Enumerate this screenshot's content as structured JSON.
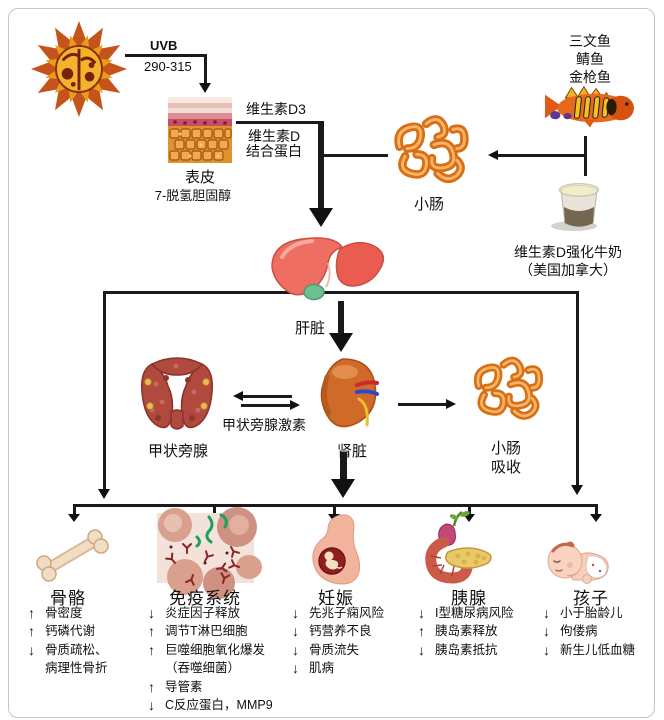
{
  "pathway": {
    "uvb_label": "UVB",
    "uvb_range": "290-315",
    "epidermis_label": "表皮",
    "epidermis_sub": "7-脱氢胆固醇",
    "vitamin_d3": "维生素D3",
    "binding_protein_line1": "维生素D",
    "binding_protein_line2": "结合蛋白",
    "fish_sources": [
      "三文鱼",
      "鲭鱼",
      "金枪鱼"
    ],
    "small_intestine": "小肠",
    "milk_line1": "维生素D强化牛奶",
    "milk_line2": "（美国加拿大）",
    "liver": "肝脏",
    "parathyroid": "甲状旁腺",
    "parathyroid_hormone": "甲状旁腺激素",
    "kidney": "肾脏",
    "intestine_absorption_line1": "小肠",
    "intestine_absorption_line2": "吸收"
  },
  "outcomes": [
    {
      "title": "骨骼",
      "icon": "bone-image",
      "items": [
        {
          "arrow": "↑",
          "text": "骨密度"
        },
        {
          "arrow": "↑",
          "text": "钙磷代谢"
        },
        {
          "arrow": "↓",
          "text": "骨质疏松、"
        },
        {
          "arrow": "",
          "text": "病理性骨折"
        }
      ]
    },
    {
      "title": "免疫系统",
      "icon": "immune-micrograph-image",
      "items": [
        {
          "arrow": "↓",
          "text": "炎症因子释放"
        },
        {
          "arrow": "↑",
          "text": "调节T淋巴细胞"
        },
        {
          "arrow": "↑",
          "text": "巨噬细胞氧化爆发"
        },
        {
          "arrow": "",
          "text": "（吞噬细菌）"
        },
        {
          "arrow": "↑",
          "text": "导管素"
        },
        {
          "arrow": "↓",
          "text": "C反应蛋白，MMP9"
        }
      ]
    },
    {
      "title": "妊娠",
      "icon": "pregnant-torso-image",
      "items": [
        {
          "arrow": "↓",
          "text": "先兆子痫风险"
        },
        {
          "arrow": "↓",
          "text": "钙营养不良"
        },
        {
          "arrow": "↓",
          "text": "骨质流失"
        },
        {
          "arrow": "↓",
          "text": "肌病"
        }
      ]
    },
    {
      "title": "胰腺",
      "icon": "pancreas-image",
      "items": [
        {
          "arrow": "↓",
          "text": "I型糖尿病风险"
        },
        {
          "arrow": "↑",
          "text": "胰岛素释放"
        },
        {
          "arrow": "↓",
          "text": "胰岛素抵抗"
        }
      ]
    },
    {
      "title": "孩子",
      "icon": "baby-image",
      "items": [
        {
          "arrow": "↓",
          "text": "小于胎龄儿"
        },
        {
          "arrow": "↓",
          "text": "佝偻病"
        },
        {
          "arrow": "↓",
          "text": "新生儿低血糖"
        }
      ]
    }
  ],
  "icons": [
    "sun-icon",
    "skin-image",
    "intestine-image",
    "fish-image",
    "milk-glass-image",
    "liver-image",
    "parathyroid-image",
    "kidney-image"
  ],
  "palette": {
    "line": "#1a1a1a",
    "intestine_orange": "#d86f14",
    "liver_red": "#ee6f62",
    "parathyroid_red": "#b0493e",
    "kidney_orange": "#d06a28",
    "sun_gold": "#f2b42c",
    "border_gray": "#c6c6c6"
  }
}
